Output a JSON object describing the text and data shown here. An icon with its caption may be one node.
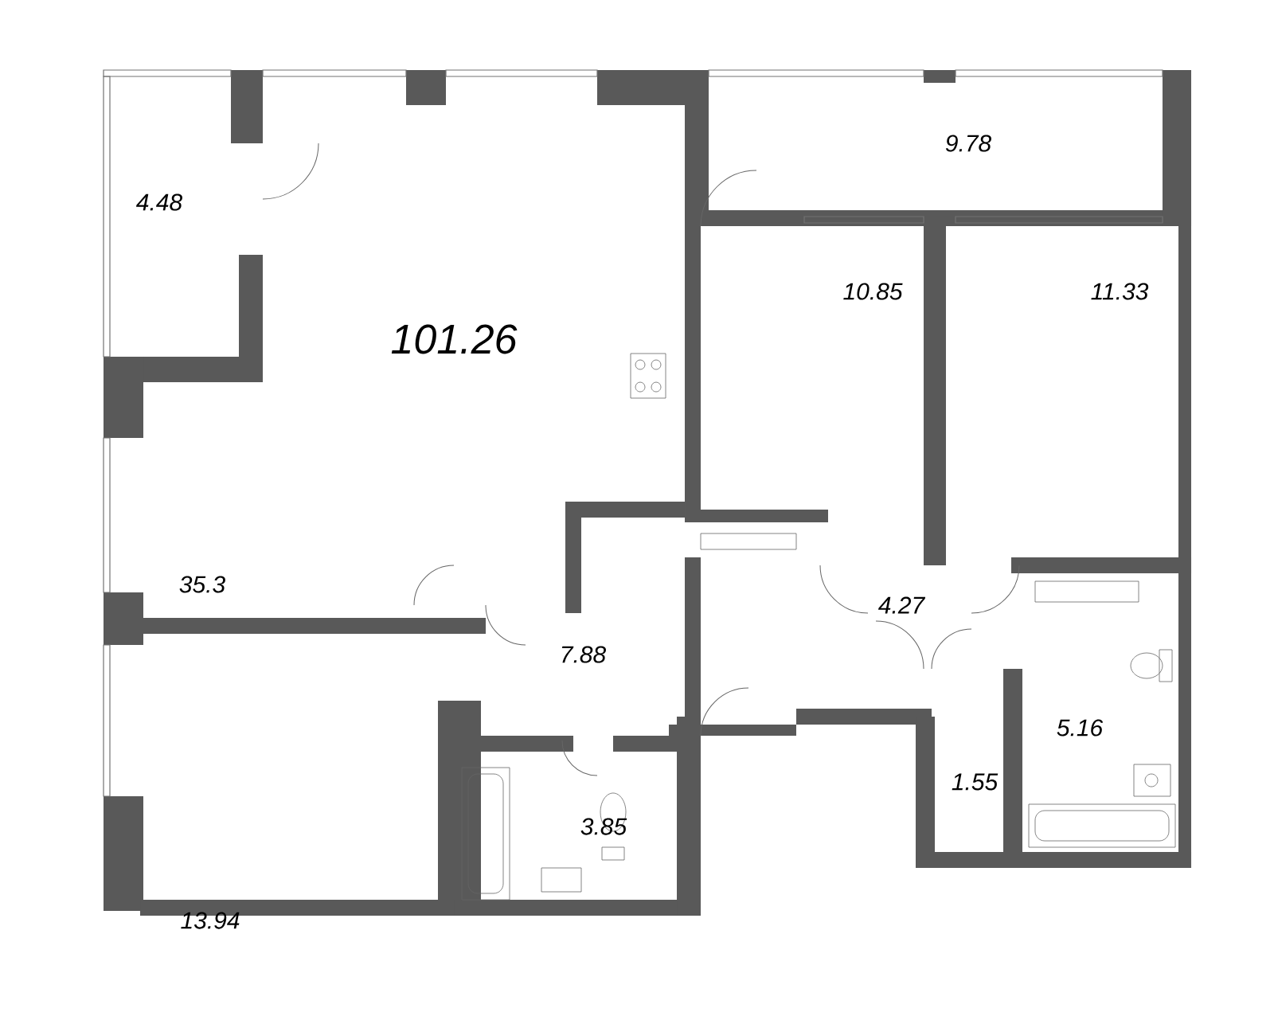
{
  "diagram": {
    "labels": [
      "9.78",
      "4.48",
      "101.26",
      "10.85",
      "11.33",
      "35.3",
      "4.27",
      "7.88",
      "5.16",
      "1.55",
      "3.85",
      "13.94"
    ]
  }
}
